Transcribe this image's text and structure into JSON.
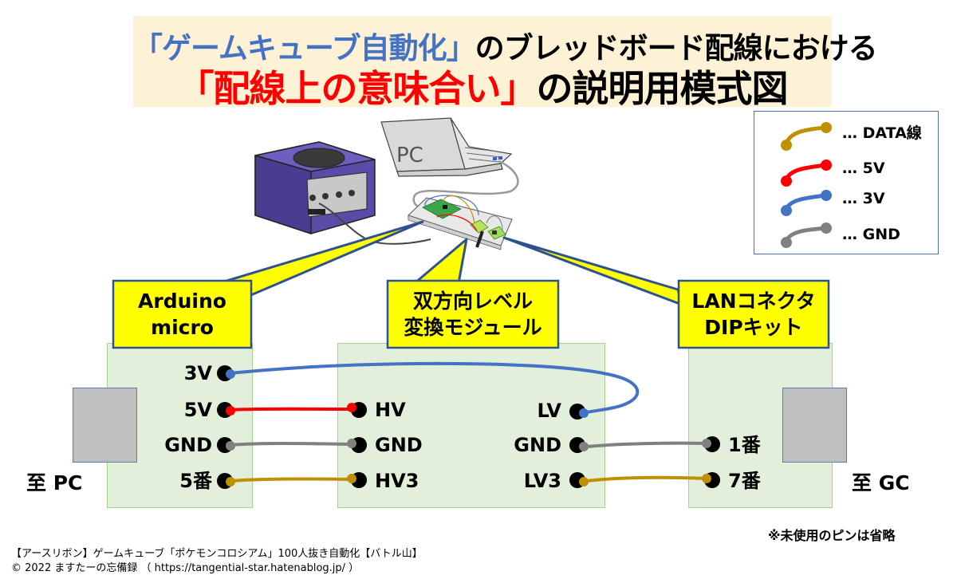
{
  "title": {
    "line1": [
      {
        "text": "「ゲームキューブ自動化」",
        "color": "#4472c4"
      },
      {
        "text": "のブレッドボード配線における",
        "color": "#000000"
      }
    ],
    "line2": [
      {
        "text": "「配線上の意味合い」",
        "color": "#ff0000"
      },
      {
        "text": "の説明用模式図",
        "color": "#000000"
      }
    ],
    "background": "#fdf2d6"
  },
  "legend": {
    "items": [
      {
        "label": "… DATA線",
        "color": "#bf9000"
      },
      {
        "label": "… 5V",
        "color": "#ff0000"
      },
      {
        "label": "… 3V",
        "color": "#4472c4"
      },
      {
        "label": "… GND",
        "color": "#808080"
      }
    ]
  },
  "illustration": {
    "pc_label": "PC",
    "items": [
      "gamecube-console",
      "laptop-pc",
      "breadboard"
    ]
  },
  "callouts": [
    {
      "id": "arduino",
      "lines": [
        "Arduino",
        "micro"
      ]
    },
    {
      "id": "level",
      "lines": [
        "双方向レベル",
        "変換モジュール"
      ]
    },
    {
      "id": "lan",
      "lines": [
        "LANコネクタ",
        "DIPキット"
      ]
    }
  ],
  "boards": {
    "arduino": {
      "pins": [
        "3V",
        "5V",
        "GND",
        "5番"
      ],
      "dest": "至 PC"
    },
    "level": {
      "left_pins": [
        "HV",
        "GND",
        "HV3"
      ],
      "right_pins": [
        "LV",
        "GND",
        "LV3"
      ]
    },
    "lan": {
      "pins": [
        "1番",
        "7番"
      ],
      "dest": "至 GC"
    }
  },
  "wires": [
    {
      "from": "arduino.3V",
      "to": "level.LV",
      "type": "3V",
      "color": "#4472c4"
    },
    {
      "from": "arduino.5V",
      "to": "level.HV",
      "type": "5V",
      "color": "#ff0000"
    },
    {
      "from": "arduino.GND",
      "to": "level.GND(HV)",
      "type": "GND",
      "color": "#808080"
    },
    {
      "from": "arduino.5番",
      "to": "level.HV3",
      "type": "DATA",
      "color": "#bf9000"
    },
    {
      "from": "level.GND(LV)",
      "to": "lan.1番",
      "type": "GND",
      "color": "#808080"
    },
    {
      "from": "level.LV3",
      "to": "lan.7番",
      "type": "DATA",
      "color": "#bf9000"
    }
  ],
  "note": "※未使用のピンは省略",
  "footer": {
    "line1": "【アースリボン】ゲームキューブ「ポケモンコロシアム」100人抜き自動化【バトル山】",
    "line2": "© 2022 ますたーの忘備録 （ https://tangential-star.hatenablog.jp/ ）"
  }
}
